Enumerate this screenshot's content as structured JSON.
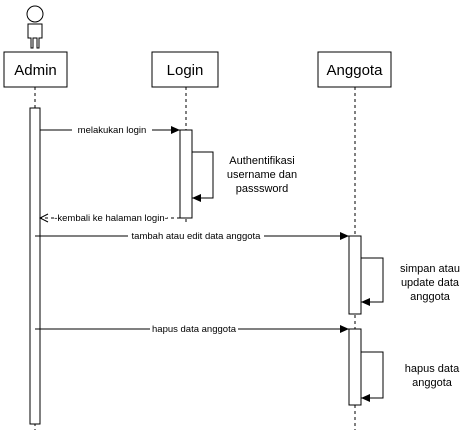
{
  "lifelines": {
    "admin": "Admin",
    "login": "Login",
    "anggota": "Anggota"
  },
  "messages": {
    "m1": "melakukan login",
    "m2": "-kembali ke halaman login-",
    "m3": "tambah atau edit data anggota",
    "m4": "hapus data anggota"
  },
  "self_notes": {
    "n1": [
      "Authentifikasi",
      "username dan",
      "passsword"
    ],
    "n2": [
      "simpan atau",
      "update data",
      "anggota"
    ],
    "n3": [
      "hapus data",
      "anggota"
    ]
  }
}
